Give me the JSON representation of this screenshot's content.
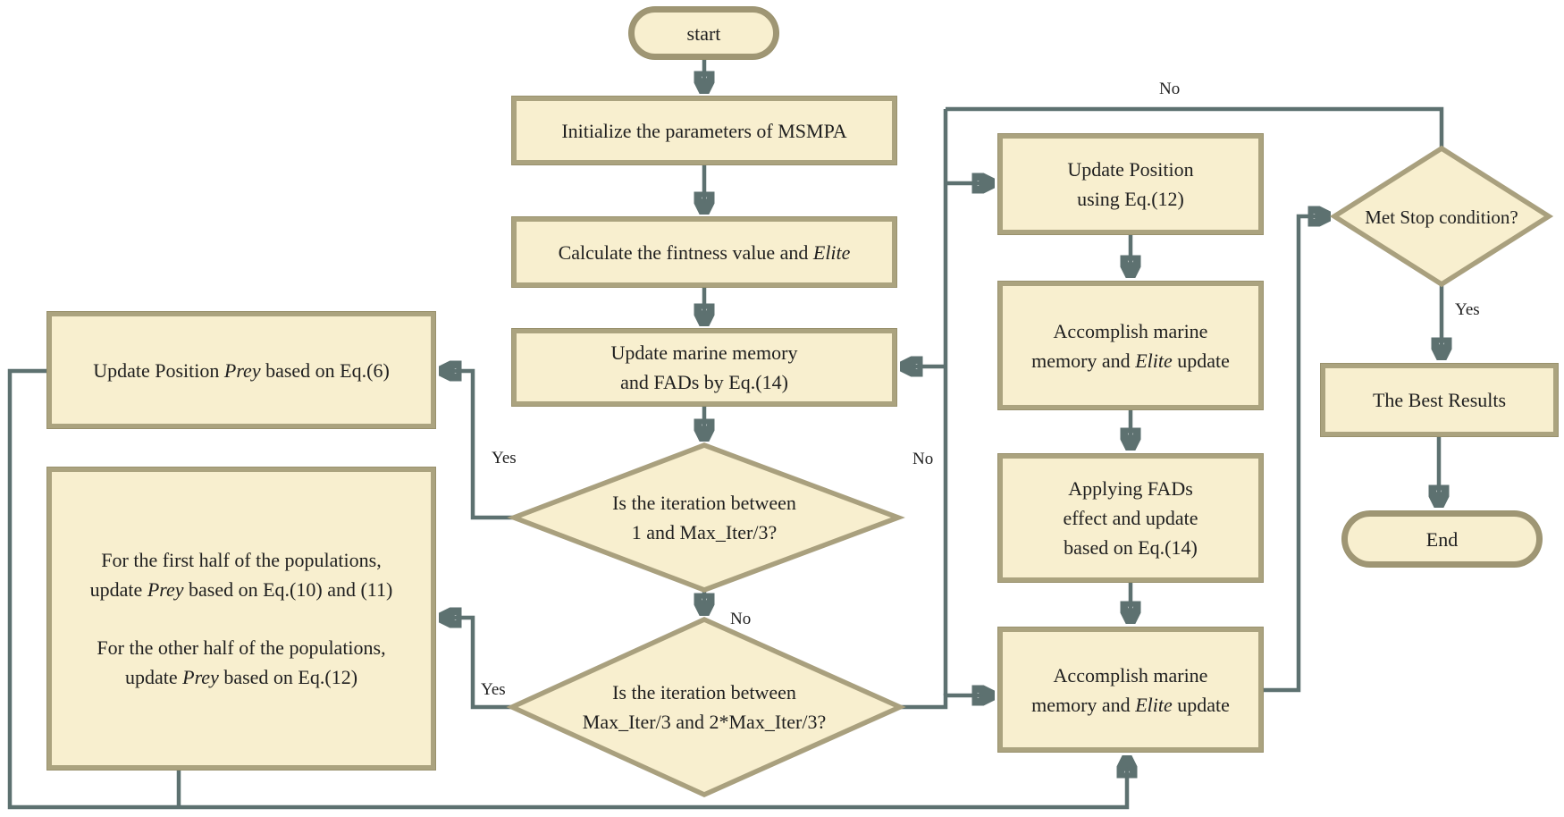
{
  "colors": {
    "background": "#ffffff",
    "node_fill": "#f8efcf",
    "node_border": "#aba37f",
    "pill_border": "#9f9674",
    "arrow": "#5d7170",
    "text": "#1f1f1f"
  },
  "nodes": {
    "start": {
      "label": "start"
    },
    "init": {
      "label": "Initialize the parameters of MSMPA"
    },
    "calc": {
      "pre": "Calculate the fintness value and ",
      "em": "Elite"
    },
    "update_marine": {
      "line1": "Update marine memory",
      "line2": "and FADs by Eq.(14)"
    },
    "decision1": {
      "line1": "Is the iteration between",
      "line2": "1 and Max_Iter/3?"
    },
    "decision2": {
      "line1": "Is the iteration between",
      "line2": "Max_Iter/3 and 2*Max_Iter/3?"
    },
    "prey6": {
      "pre": "Update Position ",
      "em": "Prey",
      "post": " based on Eq.(6)"
    },
    "half": {
      "p1_l1": "For the first half of the populations,",
      "p1_l2_pre": "update ",
      "p1_l2_em": "Prey",
      "p1_l2_post": " based on Eq.(10) and (11)",
      "p2_l1": "For the other half of the populations,",
      "p2_l2_pre": "update ",
      "p2_l2_em": "Prey",
      "p2_l2_post": " based on Eq.(12)"
    },
    "upd12": {
      "line1": "Update Position",
      "line2": "using Eq.(12)"
    },
    "acc1": {
      "line1": "Accomplish marine",
      "l2_pre": "memory and ",
      "l2_em": "Elite",
      "l2_post": " update"
    },
    "fads": {
      "line1": "Applying FADs",
      "line2": "effect and update",
      "line3": "based on Eq.(14)"
    },
    "acc2": {
      "line1": "Accomplish marine",
      "l2_pre": "memory and ",
      "l2_em": "Elite",
      "l2_post": " update"
    },
    "stop": {
      "label": "Met Stop condition?"
    },
    "best": {
      "label": "The Best Results"
    },
    "end": {
      "label": "End"
    }
  },
  "labels": {
    "d1_yes": "Yes",
    "d2_yes": "Yes",
    "d1_no": "No",
    "loop_no": "No",
    "stop_no": "No",
    "stop_yes": "Yes"
  }
}
